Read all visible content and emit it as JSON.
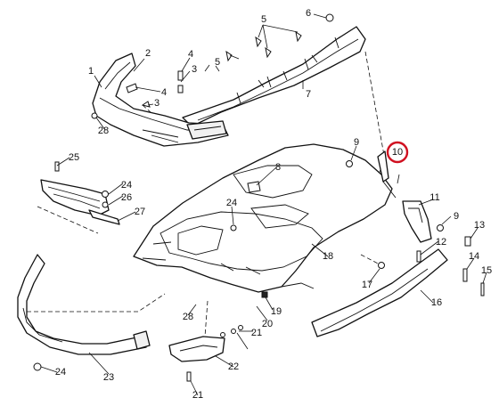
{
  "callouts": [
    {
      "id": "c1",
      "text": "1"
    },
    {
      "id": "c2",
      "text": "2"
    },
    {
      "id": "c3a",
      "text": "3"
    },
    {
      "id": "c3b",
      "text": "3"
    },
    {
      "id": "c4a",
      "text": "4"
    },
    {
      "id": "c4b",
      "text": "4"
    },
    {
      "id": "c5a",
      "text": "5"
    },
    {
      "id": "c5b",
      "text": "5"
    },
    {
      "id": "c6",
      "text": "6"
    },
    {
      "id": "c7",
      "text": "7"
    },
    {
      "id": "c8",
      "text": "8"
    },
    {
      "id": "c9a",
      "text": "9"
    },
    {
      "id": "c9b",
      "text": "9"
    },
    {
      "id": "c10",
      "text": "10"
    },
    {
      "id": "c11",
      "text": "11"
    },
    {
      "id": "c12",
      "text": "12"
    },
    {
      "id": "c13",
      "text": "13"
    },
    {
      "id": "c14",
      "text": "14"
    },
    {
      "id": "c15",
      "text": "15"
    },
    {
      "id": "c16",
      "text": "16"
    },
    {
      "id": "c17",
      "text": "17"
    },
    {
      "id": "c18",
      "text": "18"
    },
    {
      "id": "c19",
      "text": "19"
    },
    {
      "id": "c20",
      "text": "20"
    },
    {
      "id": "c21a",
      "text": "21"
    },
    {
      "id": "c21b",
      "text": "21"
    },
    {
      "id": "c22",
      "text": "22"
    },
    {
      "id": "c23",
      "text": "23"
    },
    {
      "id": "c24a",
      "text": "24"
    },
    {
      "id": "c24b",
      "text": "24"
    },
    {
      "id": "c24c",
      "text": "24"
    },
    {
      "id": "c25",
      "text": "25"
    },
    {
      "id": "c26",
      "text": "26"
    },
    {
      "id": "c27",
      "text": "27"
    },
    {
      "id": "c28a",
      "text": "28"
    },
    {
      "id": "c28b",
      "text": "28"
    }
  ],
  "highlight_color": "#d01020"
}
